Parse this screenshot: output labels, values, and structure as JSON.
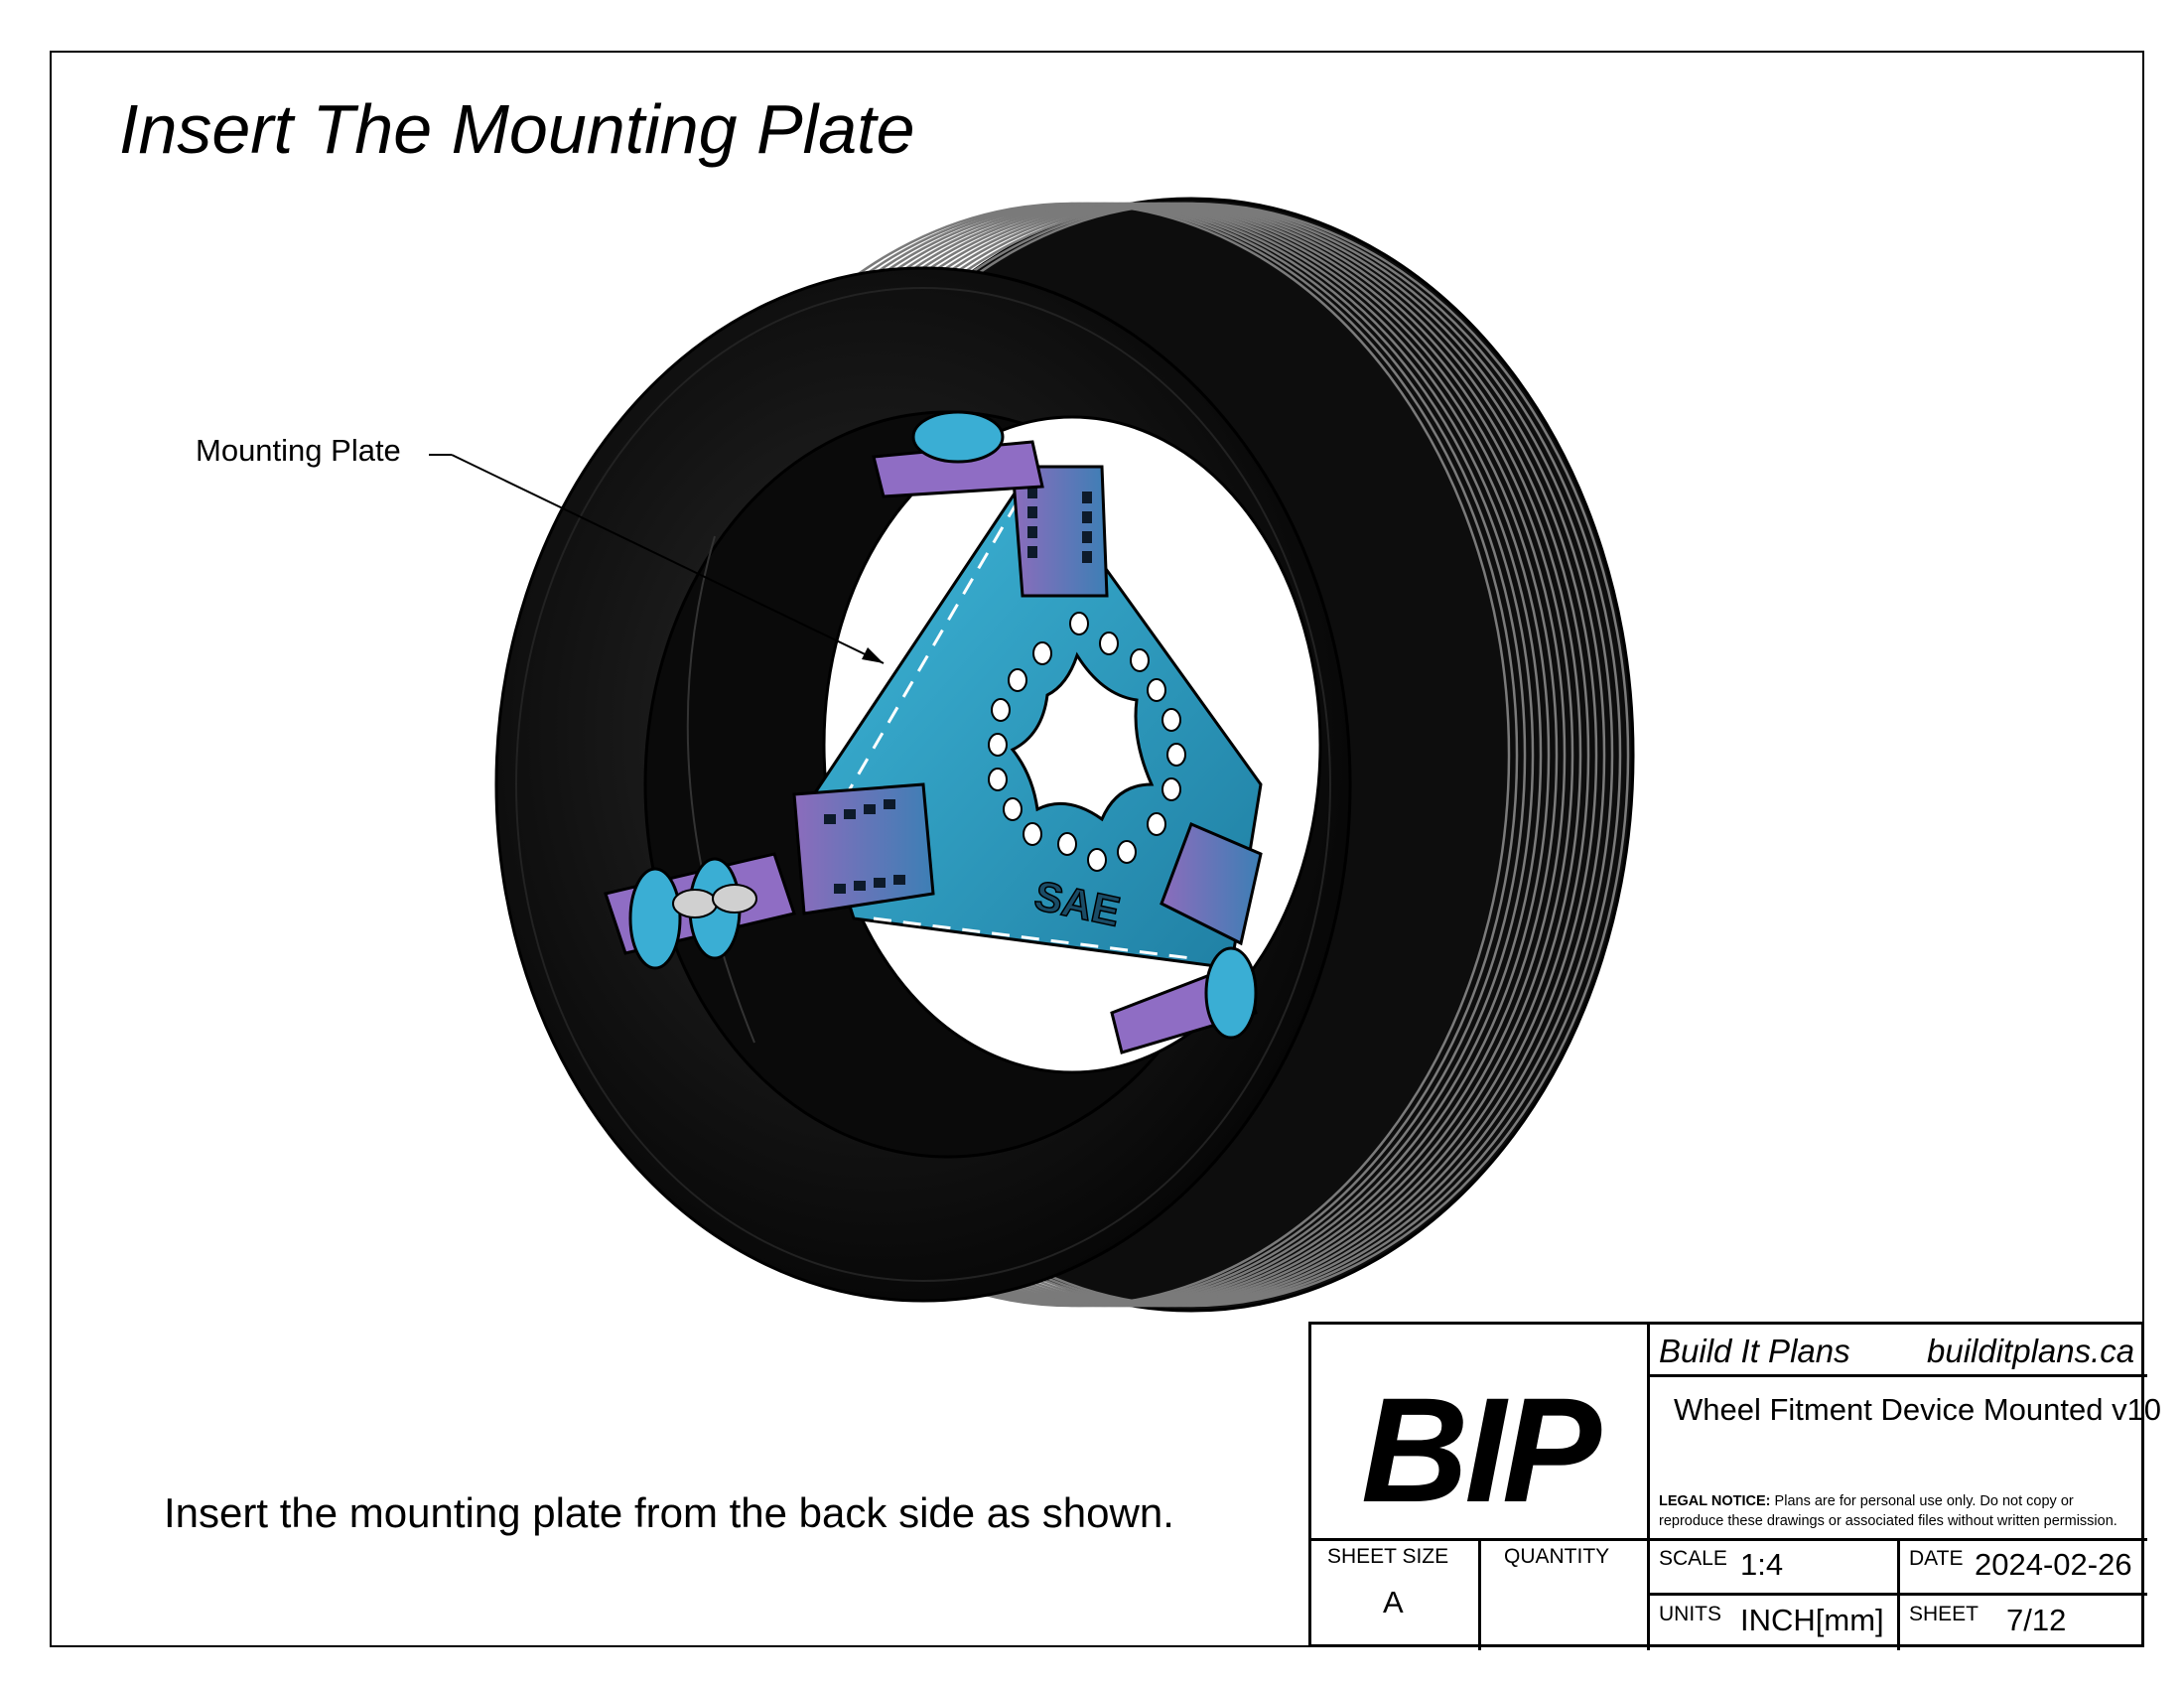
{
  "page": {
    "title": "Insert The Mounting Plate",
    "callout_label": "Mounting Plate",
    "instruction": "Insert the mounting plate from the back side as shown."
  },
  "figure": {
    "plate_emboss_text": "SAE",
    "colors": {
      "tire": "#111111",
      "plate": "#2aa0c8",
      "bracket": "#7b5fa8"
    }
  },
  "title_block": {
    "logo": "BIP",
    "company": "Build It Plans",
    "website": "builditplans.ca",
    "drawing_title": "Wheel Fitment Device Mounted v10",
    "legal_label": "LEGAL NOTICE:",
    "legal_text": "Plans are for personal use only. Do not copy or reproduce these drawings or associated files without written permission.",
    "sheet_size_label": "SHEET SIZE",
    "sheet_size": "A",
    "quantity_label": "QUANTITY",
    "quantity": "",
    "scale_label": "SCALE",
    "scale": "1:4",
    "date_label": "DATE",
    "date": "2024-02-26",
    "units_label": "UNITS",
    "units": "INCH[mm]",
    "sheet_label": "SHEET",
    "sheet": "7/12"
  }
}
